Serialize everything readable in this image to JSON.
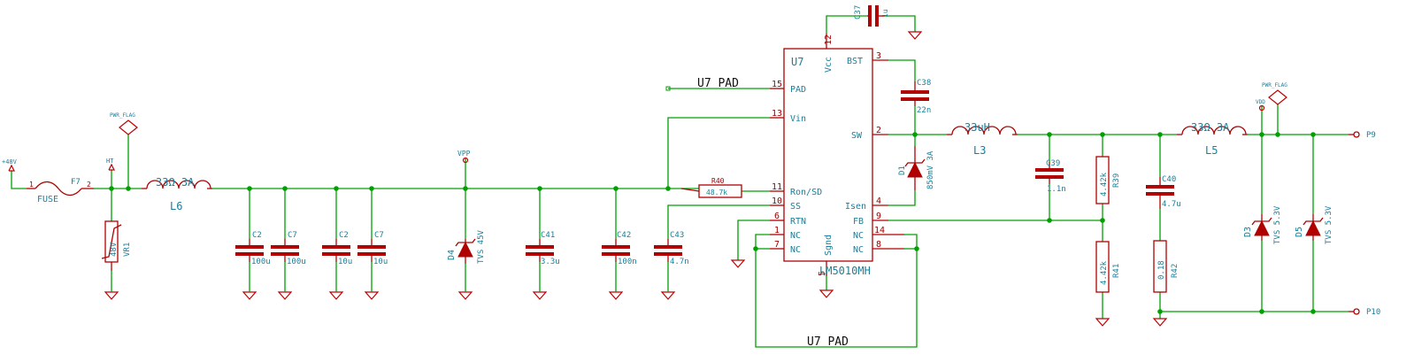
{
  "ic": {
    "ref": "U7",
    "part": "LM5010MH",
    "pins_left": [
      {
        "num": "15",
        "name": "PAD"
      },
      {
        "num": "13",
        "name": "Vin"
      },
      {
        "num": "11",
        "name": "Ron/SD"
      },
      {
        "num": "10",
        "name": "SS"
      },
      {
        "num": "6",
        "name": "RTN"
      },
      {
        "num": "1",
        "name": "NC"
      },
      {
        "num": "7",
        "name": "NC"
      }
    ],
    "pins_right": [
      {
        "num": "3",
        "name": "BST"
      },
      {
        "num": "2",
        "name": "SW"
      },
      {
        "num": "4",
        "name": "Isen"
      },
      {
        "num": "9",
        "name": "FB"
      },
      {
        "num": "14",
        "name": "NC"
      },
      {
        "num": "8",
        "name": "NC"
      }
    ],
    "pin_top": {
      "num": "12",
      "name": "Vcc"
    },
    "pin_bottom": {
      "num": "5",
      "name": "Sgnd"
    }
  },
  "nets": {
    "pad_label_top": "U7 PAD",
    "pad_label_bottom": "U7 PAD"
  },
  "power": {
    "plus48": "+48V",
    "ht": "HT",
    "vpp": "VPP",
    "vdd": "VDD",
    "pwr_flag_1": "PWR_FLAG",
    "pwr_flag_2": "PWR_FLAG"
  },
  "parts": {
    "fuse": {
      "ref": "F7",
      "value": "FUSE",
      "pin1": "1",
      "pin2": "2"
    },
    "vr1": {
      "ref": "VR1",
      "value": "48V"
    },
    "l6": {
      "ref": "L6",
      "value": "33Ω 3A"
    },
    "c2a": {
      "ref": "C2",
      "value": "100u"
    },
    "c7a": {
      "ref": "C7",
      "value": "100u"
    },
    "c2b": {
      "ref": "C2",
      "value": "10u"
    },
    "c7b": {
      "ref": "C7",
      "value": "10u"
    },
    "d4": {
      "ref": "D4",
      "value": "TVS 45V"
    },
    "c41": {
      "ref": "C41",
      "value": "3.3u"
    },
    "c42": {
      "ref": "C42",
      "value": "100n"
    },
    "c43": {
      "ref": "C43",
      "value": "4.7n"
    },
    "r40": {
      "ref": "R40",
      "value": "48.7k"
    },
    "c37": {
      "ref": "C37",
      "value": "1u"
    },
    "c38": {
      "ref": "C38",
      "value": "22n"
    },
    "d1": {
      "ref": "D1",
      "value": "850mV 3A"
    },
    "l3": {
      "ref": "L3",
      "value": "33uH"
    },
    "c39": {
      "ref": "C39",
      "value": "1.1n"
    },
    "r39": {
      "ref": "R39",
      "value": "4.42k"
    },
    "r41": {
      "ref": "R41",
      "value": "4.42k"
    },
    "c40": {
      "ref": "C40",
      "value": "4.7u"
    },
    "r42": {
      "ref": "R42",
      "value": "0.18"
    },
    "l5": {
      "ref": "L5",
      "value": "33Ω 3A"
    },
    "d3": {
      "ref": "D3",
      "value": "TVS 5.3V"
    },
    "d5": {
      "ref": "D5",
      "value": "TVS 5.3V"
    }
  },
  "connectors": {
    "p9": "P9",
    "p10": "P10"
  }
}
